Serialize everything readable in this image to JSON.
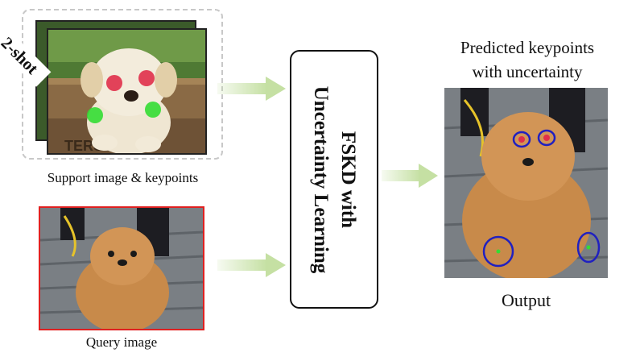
{
  "support": {
    "badge": "2-shot",
    "caption": "Support image & keypoints"
  },
  "query": {
    "caption": "Query image"
  },
  "model": {
    "line1": "FSKD with",
    "line2": "Uncertainty Learning"
  },
  "output": {
    "title_line1": "Predicted keypoints",
    "title_line2": "with uncertainty",
    "caption": "Output"
  },
  "colors": {
    "arrow": "#c5e0a3",
    "query_border": "#e02020",
    "uncertainty_ellipse": "#2020c0",
    "eye_keypoint": "#e0304a",
    "leg_keypoint": "#33dd33"
  }
}
